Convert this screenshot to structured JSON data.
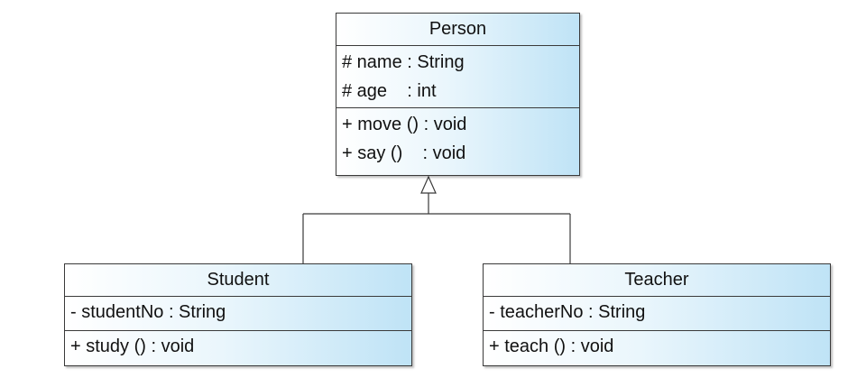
{
  "diagram": {
    "classes": [
      {
        "id": "person",
        "name": "Person",
        "attributes": [
          "# name : String",
          "# age    : int"
        ],
        "operations": [
          "+ move () : void",
          "+ say ()    : void"
        ]
      },
      {
        "id": "student",
        "name": "Student",
        "attributes": [
          "- studentNo : String"
        ],
        "operations": [
          "+ study () : void"
        ]
      },
      {
        "id": "teacher",
        "name": "Teacher",
        "attributes": [
          "- teacherNo : String"
        ],
        "operations": [
          "+ teach () : void"
        ]
      }
    ],
    "relationships": [
      {
        "type": "generalization",
        "from": "Student",
        "to": "Person"
      },
      {
        "type": "generalization",
        "from": "Teacher",
        "to": "Person"
      }
    ],
    "colors": {
      "border": "#3a3a3a",
      "fill_light": "#ffffff",
      "fill_dark": "#bfe3f6",
      "line": "#3a3a3a"
    }
  }
}
